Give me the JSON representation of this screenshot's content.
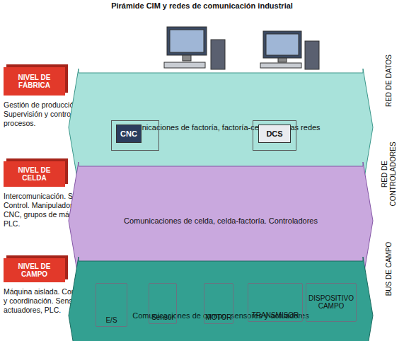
{
  "diagram": {
    "title": "Pirámide CIM y redes de comunicación industrial",
    "nodes": [
      {
        "text": [
          "NIVEL DE FÁBRICA",
          "Gestión de producción. Supervisión y control de procesos."
        ]
      },
      {
        "text": [
          "Comunicaciones de factoría, factoría-celdas y otras redes"
        ]
      },
      {
        "text": [
          "NIVEL DE CELDA",
          "Intercomunicación. Supervisión. Control. Manipuladores, robots, CNC, grupos de máquinas. PLC."
        ]
      },
      {
        "text": [
          "CNC"
        ]
      },
      {
        "text": [
          "DCS"
        ]
      },
      {
        "text": [
          "Comunicaciones de celda, celda-factoría. Controladores"
        ]
      },
      {
        "text": [
          "NIVEL DE CAMPO",
          "Máquina aislada. Control y coordinación. Sensores, actuadores, PLC."
        ]
      },
      {
        "text": [
          "Comunicaciones de campo: sensores y actuadores"
        ]
      },
      {
        "text": [
          "E/S"
        ]
      },
      {
        "text": [
          "Sensor"
        ]
      },
      {
        "text": [
          "MOTOR"
        ]
      },
      {
        "text": [
          "TRANSMISOR"
        ]
      },
      {
        "text": [
          "DISPOSITIVO CAMPO"
        ]
      }
    ],
    "edges": [
      {
        "from": 3,
        "to": 5,
        "arrow": "none"
      },
      {
        "from": 4,
        "to": 5,
        "arrow": "none"
      },
      {
        "from": 8,
        "to": 7,
        "arrow": "none"
      },
      {
        "from": 9,
        "to": 7,
        "arrow": "none"
      },
      {
        "from": 10,
        "to": 7,
        "arrow": "none"
      },
      {
        "from": 11,
        "to": 7,
        "arrow": "none"
      },
      {
        "from": 12,
        "to": 7,
        "arrow": "none"
      }
    ],
    "labels": [
      "RED DE DATOS",
      "RED DE CONTROLADORES",
      "BUS DE CAMPO"
    ]
  }
}
